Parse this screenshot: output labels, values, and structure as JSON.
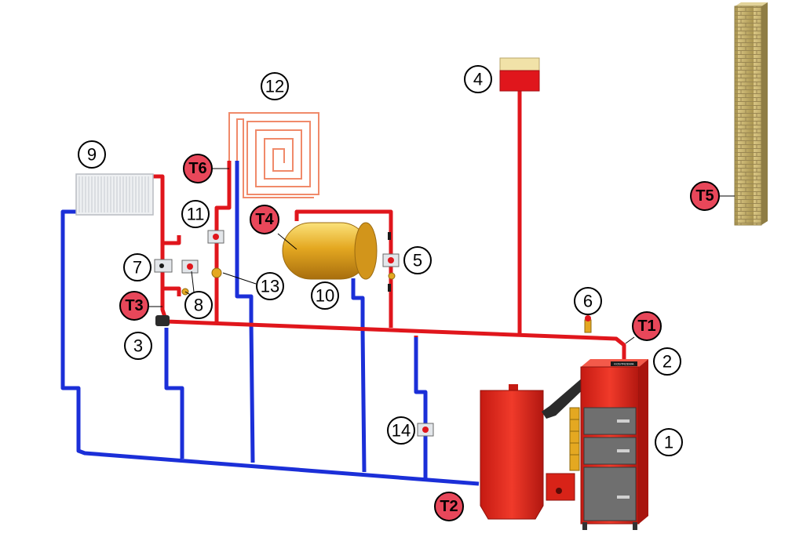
{
  "labels": {
    "n1": "1",
    "n2": "2",
    "n3": "3",
    "n4": "4",
    "n5": "5",
    "n6": "6",
    "n7": "7",
    "n8": "8",
    "n9": "9",
    "n10": "10",
    "n11": "11",
    "n12": "12",
    "n13": "13",
    "n14": "14",
    "t1": "T1",
    "t2": "T2",
    "t3": "T3",
    "t4": "T4",
    "t5": "T5",
    "t6": "T6"
  },
  "boiler_brand": "KOSTRZEWA",
  "colors": {
    "supply_pipe": "#e0161c",
    "return_pipe": "#1b2fd8",
    "sensor_badge": "#e8475a",
    "boiler": "#e8281e",
    "tank": "#e4a821",
    "radiator": "#e9ebee",
    "floor_heating": "#f08a6a",
    "chimney": "#c8b46e"
  }
}
